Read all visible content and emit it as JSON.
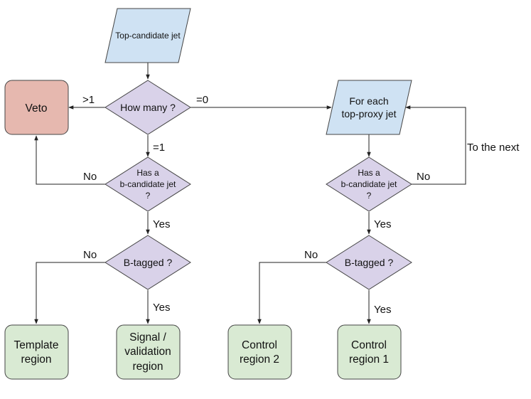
{
  "colors": {
    "input_fill": "#cfe2f3",
    "decision_fill": "#d9d2e9",
    "veto_fill": "#e6b8af",
    "result_fill": "#d9ead3",
    "stroke": "#444444",
    "line": "#222222"
  },
  "nodes": {
    "top_candidate": "Top-candidate jet",
    "how_many": "How many ?",
    "veto": "Veto",
    "has_b_left": [
      "Has a",
      "b-candidate jet",
      "?"
    ],
    "btag_left": "B-tagged ?",
    "template": [
      "Template",
      "region"
    ],
    "signal": [
      "Signal /",
      "validation",
      "region"
    ],
    "for_each": [
      "For each",
      "top-proxy jet"
    ],
    "has_b_right": [
      "Has a",
      "b-candidate jet",
      "?"
    ],
    "btag_right": "B-tagged ?",
    "control2": [
      "Control",
      "region 2"
    ],
    "control1": [
      "Control",
      "region 1"
    ]
  },
  "edges": {
    "gt1": ">1",
    "eq0": "=0",
    "eq1": "=1",
    "no_left_veto": "No",
    "yes_left_b": "Yes",
    "no_left_btag": "No",
    "yes_left_btag": "Yes",
    "yes_right_b": "Yes",
    "no_right_loop": "No",
    "to_next": "To the next",
    "no_right_btag": "No",
    "yes_right_btag": "Yes"
  }
}
